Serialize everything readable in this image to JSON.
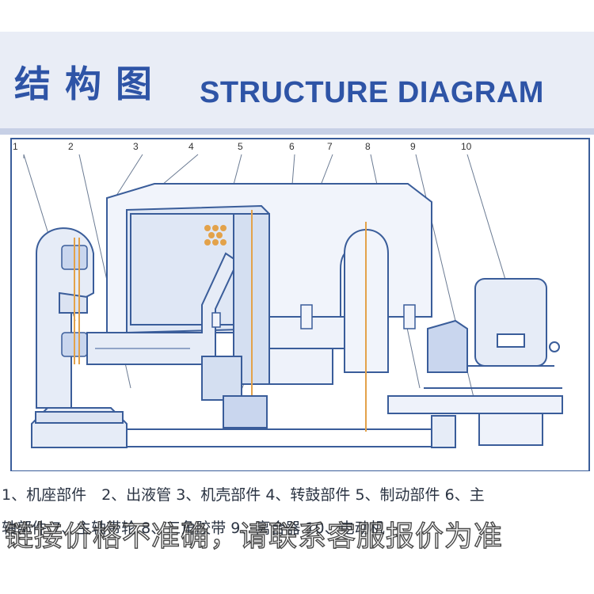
{
  "header": {
    "title_cn": "结构图",
    "title_en": "STRUCTURE DIAGRAM"
  },
  "callouts": [
    "1",
    "2",
    "3",
    "4",
    "5",
    "6",
    "7",
    "8",
    "9",
    "10"
  ],
  "legend": {
    "line1": "1、机座部件　2、出液管 3、机壳部件 4、转鼓部件 5、制动部件 6、主",
    "line2": "轴部件 7、主轴带轮 8、三角胶带 9、离合器 10、电动机"
  },
  "watermark": {
    "text": "链接价格不准确，请联系客服报价为准"
  },
  "colors": {
    "title": "#2e54a6",
    "line": "#3a5d9a",
    "fill": "#e6ecf7",
    "accent": "#e3a24a"
  }
}
